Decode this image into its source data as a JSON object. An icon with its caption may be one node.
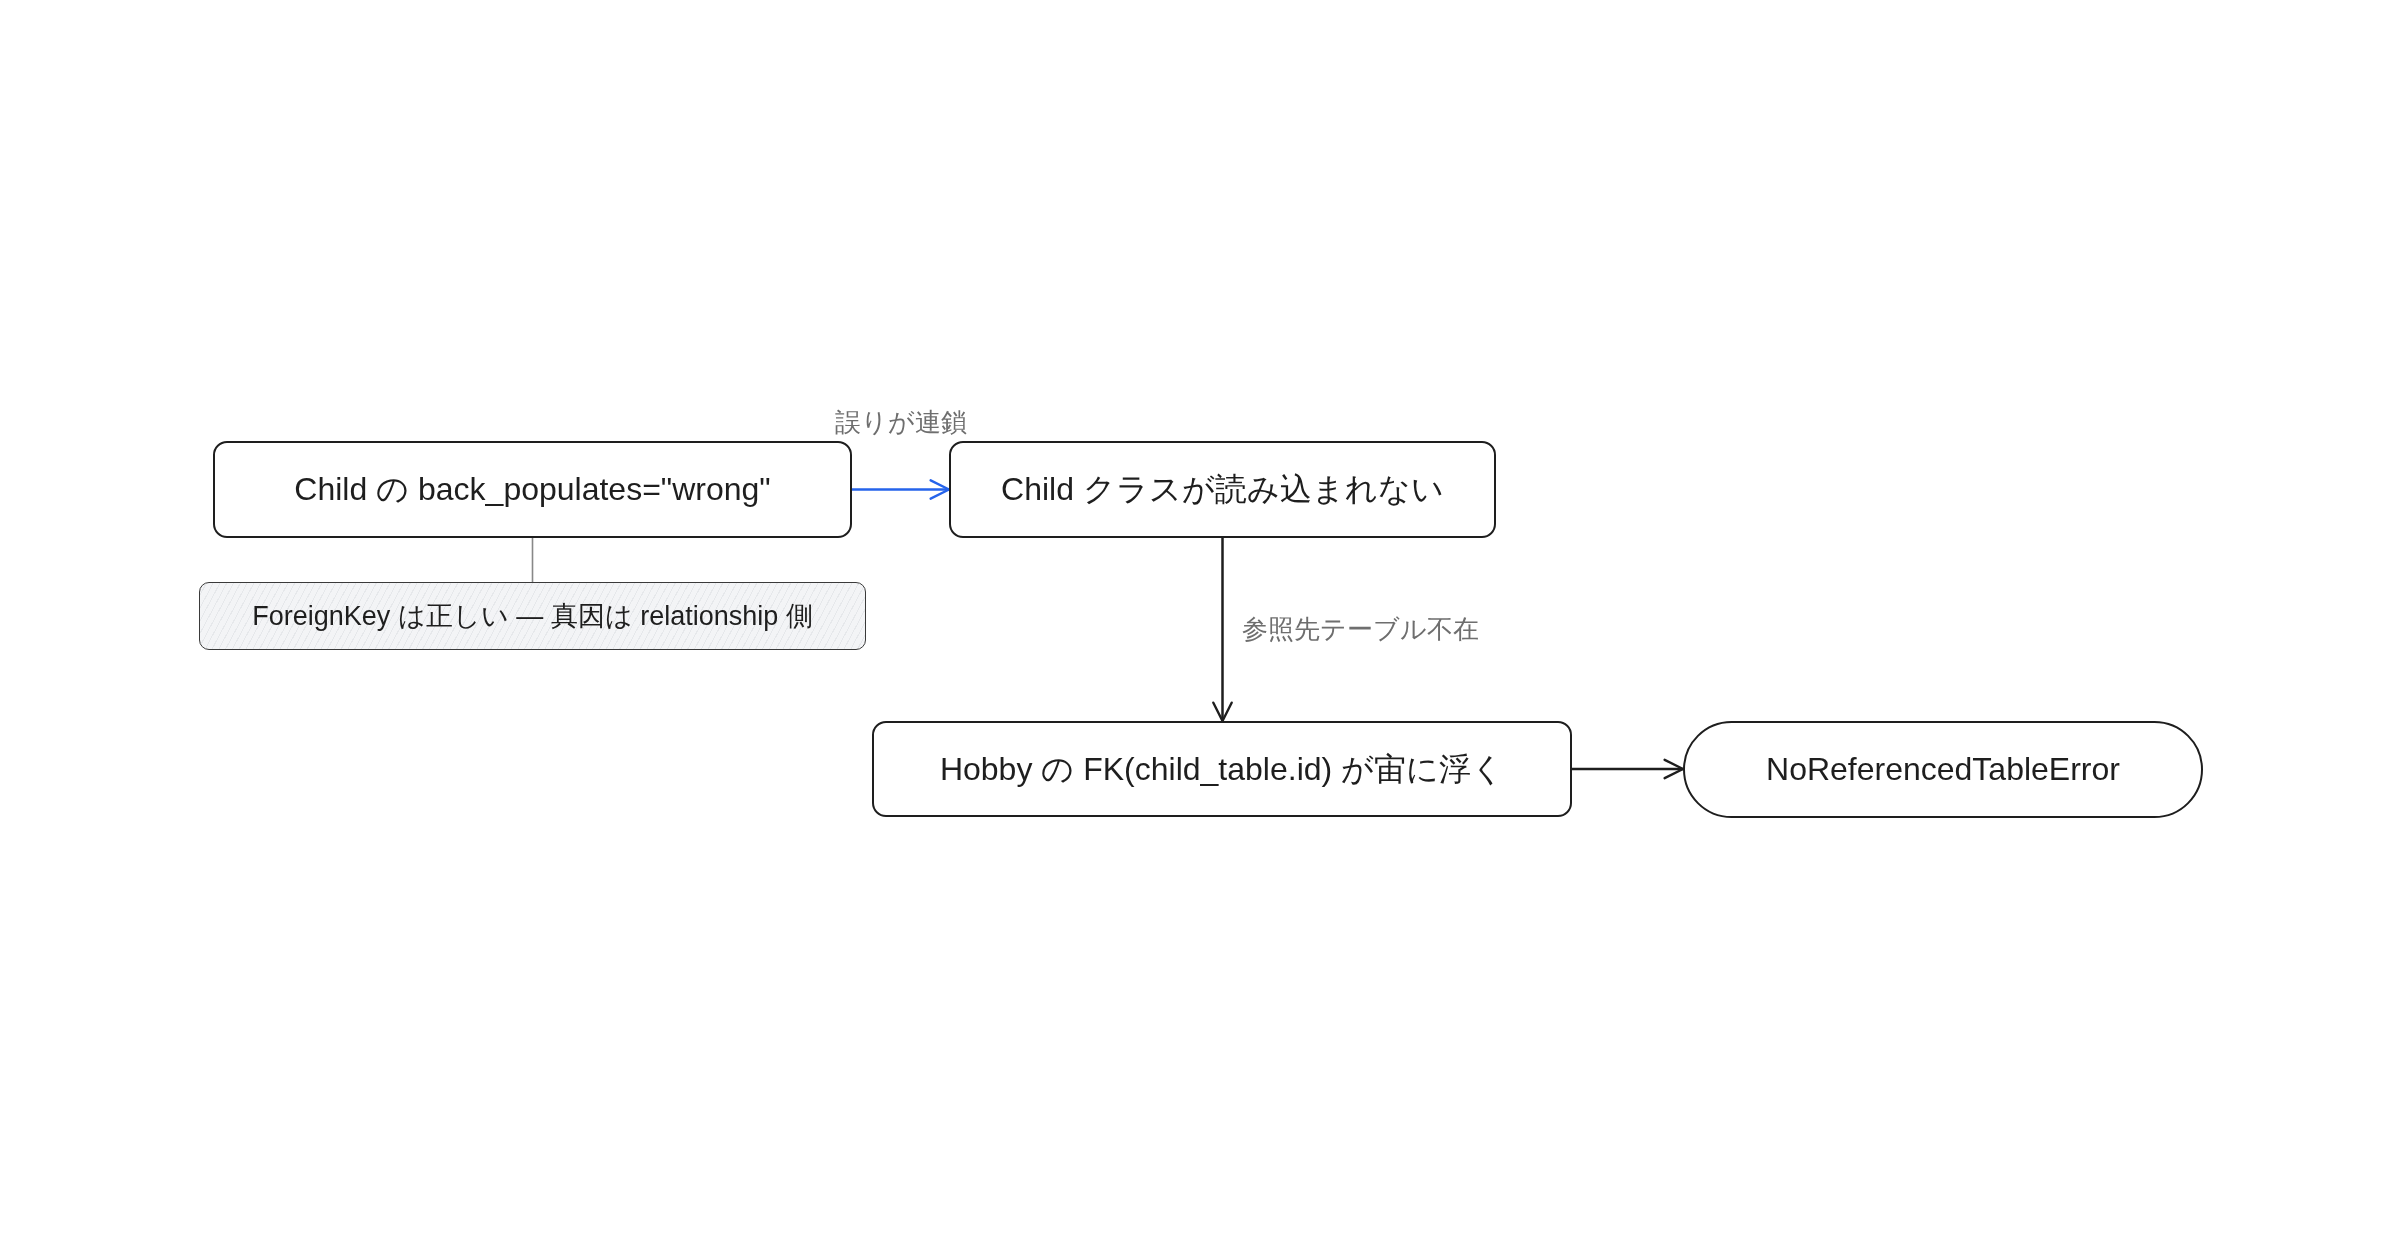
{
  "diagram": {
    "nodes": [
      {
        "text": [
          "Child の back_populates=\"wrong\""
        ]
      },
      {
        "text": [
          "Child クラスが読み込まれない"
        ]
      },
      {
        "text": [
          "ForeignKey は正しい — 真因は relationship 側"
        ]
      },
      {
        "text": [
          "Hobby の FK(child_table.id) が宙に浮く"
        ]
      },
      {
        "text": [
          "NoReferencedTableError"
        ]
      }
    ],
    "edges": [
      {
        "from": 0,
        "to": 1,
        "arrow": "to",
        "label": "誤りが連鎖",
        "color": "#2563eb"
      },
      {
        "from": 1,
        "to": 3,
        "arrow": "to",
        "label": "参照先テーブル不在"
      },
      {
        "from": 3,
        "to": 4,
        "arrow": "to"
      },
      {
        "from": 0,
        "to": 2,
        "arrow": "none",
        "color": "#888888"
      }
    ]
  }
}
